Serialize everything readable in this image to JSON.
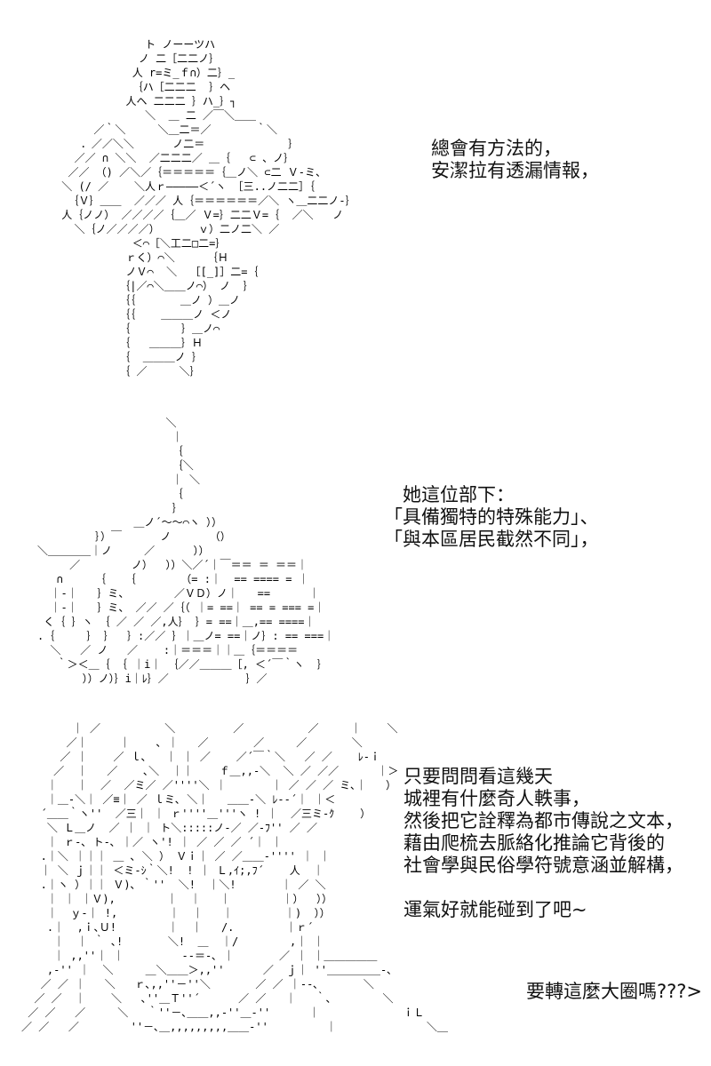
{
  "page": {
    "background_color": "#ffffff",
    "ink_color": "#000000",
    "text_color": "#111111"
  },
  "ascii_art": {
    "figure1_muscular_character": [
      "              ト ノーーツハ",
      "             ノ 二［二二ノ｝",
      "            人 r=ミ_ｆ∩）二｝_",
      "            ｛ハ［二二二  ｝ヘ",
      "           人ヘ 二二二 ｝ハ_｝┐",
      "              ＼  ＿ 二 ／￣＼＿＿",
      "      ／｀＼     ＼＿二＝／       ｀＼",
      "    ．／／＼＼      ノ二＝             ｝",
      "   ／／ ∩ ＼＼  ／二二二／ ＿｛   ⊂ 、ノ｝",
      "  ／／ （) ／＼／｛＝＝＝＝＝｛＿ノ＼ ⊂二 Ｖ-ミ、",
      " ＼ (/ ／    ＼人ｒ―――――＜´ヽ ［三..ノ二二］｛",
      "  ｛Ｖ｝＿＿  ／／／ 人｛＝＝＝＝＝＝／＼ ヽ＿二二ノ-｝",
      " 人｛ノノ） ／／／／｛＿／ Ｖ=｝二二Ｖ=｛  ／＼   ノ",
      "   ＼｛ノ／／／／）      ｖ）二ノ二＼ ／",
      "            ＜⌒［＼工二□二=｝",
      "           ｒく）⌒＼     ｛Ｈ",
      "           ノＶ⌒  ＼  ［[_]］二=｛",
      "          ｛|／⌒＼＿＿ノ⌒） ノ  ｝",
      "          ｛｛       ＿ノ ）＿ノ",
      "          ｛｛    ＿＿＿ノ ＜ノ",
      "          ｛        ｝＿ノ⌒",
      "          ｛   ＿＿＿｝Ｈ",
      "          ｛  ＿＿＿ノ ｝",
      "          ｛ ／     ＼｝"
    ],
    "figure2_character_with_ledger": [
      "                    ＼",
      "                     ｜",
      "                     ｛",
      "                     ｛＼",
      "                     ｜ ＼",
      "                     ｛",
      "                     ｝",
      "               ＿ノ´～～⌒ヽ ））",
      "         ｝）￣      ノ      （）",
      "＼＿＿＿＿｜ノ     ／      ））",
      "     ／        ノ）  ））＼／´｜￣＝＝ ＝ ＝＝｜",
      "   ∩     ｛   ｛       （= :｜  == ==== = ｜",
      "  ｜-｜   ｝ミ、       ／ＶＤ）ノ｜   ==      ｜",
      "  ｜-｜   ｝ミ、 ／／ ／｛（ ｜= ==｜ == = === =｜",
      " く｛ ｝ヽ ｛ ／ ／ ／,人｝ ｝= ==｜＿,== ====｜",
      ".｛     ｝ ｝  ｝:／／ ｝｜＿ノ= ==｜ノ｝: == ===｜",
      "  ＼   ／ ノ   ／    :｜＝＝＝｜｜＿｛＝＝＝＝",
      "   ｀＞＜＿｛ ｛ ｜i｜ ｛／／＿＿＿［, ＜´￣｀ヽ  ｝",
      "       ））ノ）｝i｜ﾚ｝／            ｝／"
    ],
    "figure3_face_closeup": [
      "        ｜ ／          ＼         ／          ／     ｜    ＼",
      "       ／｜     ｜    ､ ｜   ／       ／     ／       ＼",
      "      ／ ｜    ／ ｌ､   ｜ ｜ ／    ／´￣｀＼   ／ ／    ﾚ-ｉ",
      "     ／  ｜   ／    ､＼  ｜｜    ｆ＿,,-＼  ＼ ／ ／／      ｜＞",
      "    ｜   ｜  ／  ／ミ／ ／''''＼ ｜       ｜ ／ ／ ／ ミ､｜   ）",
      "    ｜＿-＼｜ ／≡｜ ／ ｌミ､ ＼｜   ＿＿-＼ ﾚ--´｜ ｜＜",
      "   ´＿＿｀ヽ''  ／三｜ ｜ ｒ''''＿'''ヽ ! ｜  ／三ミ-ｸ    ）",
      "    ＼ Ｌ＿ノ  ／ ｜ ｜ ト＼:::::ノ-／ ／-ﾌ'' ／ ／",
      "    ｜ ｒ-､ ト-､ ｜／ ヽ'! ｜ ／ ／ ／ ´｜ ｜",
      "   .｜＼ ｜｜｜ ＿ ､ ＼ ） Ｖｉ｜ ／ ／＿＿-'''' ｜ ｜",
      "   ｜ ＼ ｊ｜｜ ＜ミ-ｼ｀＼!  ! ｜ Ｌ,ｲ;,ﾌ´    人  ｜",
      "   .｜ヽ ）｜｜ Ｖ)､ ｀''  ＼!  ｜＼!       ｜ ／ ＼",
      "    ｜ ｜ ｜Ｖ),        ｜  ｜   ｜        ｜）  ））",
      "    ｜  ｙ-｜ !,        ｜  ｜   ｜        ｜)  ））",
      "    .｜  ,ｉ､Ｕ!        ｜  ｜   /.        ｜ｒ´",
      "     ｜  ｜ ｀ ､!       ＼!  ＿  ｜/        ,｜ ｜",
      "     ｜ ,,''｜ ｜         --＝-､ ｜       ／ ｜ ｜＿＿＿＿＿",
      "    ,-'' ｜  ＼     ＿＼＿＿＞,,''      ／  ｊ｜ ''＿＿＿＿＿-､",
      "   ／ ／ ｜   ＼   ｒ､,,''－''＼       ／ ／ ｜--､       ＼",
      "  ／ ／  ｜    ＼   ､''＿Ｔ''´      ／ ／   ｜   ｀､        ＼",
      " ／ ／   ／     ＼   ｀''－､＿＿,,-''＿-''      ｜             ｉＬ",
      "／ ／   ／        ''－､＿,,,,,,,,,＿＿-''         ｜              ＼＿"
    ]
  },
  "dialogue": {
    "bubble1": [
      "總會有方法的，",
      "安潔拉有透漏情報，"
    ],
    "bubble2": [
      "　她這位部下：",
      "「具備獨特的特殊能力」、",
      "「與本區居民截然不同」，"
    ],
    "bubble3": [
      "只要問問看這幾天",
      "城裡有什麼奇人軼事，",
      "然後把它詮釋為都市傳說之文本，",
      "藉由爬梳去脈絡化推論它背後的",
      "社會學與民俗學符號意涵並解構，",
      "",
      "運氣好就能碰到了吧~"
    ],
    "bubble4": "要轉這麼大圈嗎???>"
  }
}
